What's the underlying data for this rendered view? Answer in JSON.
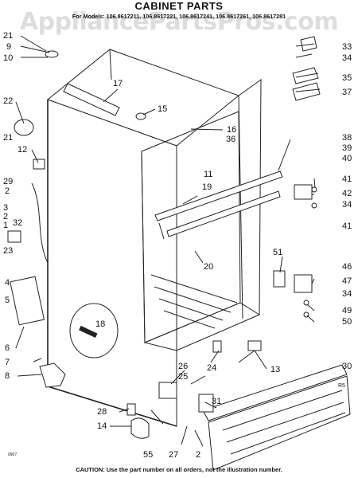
{
  "header": {
    "title": "CABINET PARTS",
    "models": "For Models: 106.8617211, 106.8617221, 106.8617241, 106.8617261, 106.8617281",
    "watermark": "AppliancePartsPros.com"
  },
  "footer": {
    "caution": "CAUTION: Use the part number on all orders, not the illustration number.",
    "code": "0907"
  },
  "callouts": {
    "c21a": "21",
    "c9": "9",
    "c10": "10",
    "c17": "17",
    "c15": "15",
    "c33": "33",
    "c34a": "34",
    "c35": "35",
    "c37": "37",
    "c22": "22",
    "c21b": "21",
    "c12": "12",
    "c16": "16",
    "c36": "36",
    "c11": "11",
    "c38": "38",
    "c39": "39",
    "c40": "40",
    "c29": "29",
    "c2a": "2",
    "c19": "19",
    "c41a": "41",
    "c42": "42",
    "c34b": "34",
    "c3": "3",
    "c2b": "2",
    "c32": "32",
    "c1": "1",
    "c41b": "41",
    "c23": "23",
    "c20": "20",
    "c51": "51",
    "c46": "46",
    "c4": "4",
    "c47": "47",
    "c5": "5",
    "c34c": "34",
    "c49": "49",
    "c18": "18",
    "c50": "50",
    "c6": "6",
    "c7": "7",
    "c24": "24",
    "c13": "13",
    "c8": "8",
    "c26": "26",
    "c25": "25",
    "c30": "30",
    "c31": "31",
    "c28": "28",
    "c14": "14",
    "c55": "55",
    "c27": "27",
    "c2c": "2",
    "r5": "R5"
  }
}
